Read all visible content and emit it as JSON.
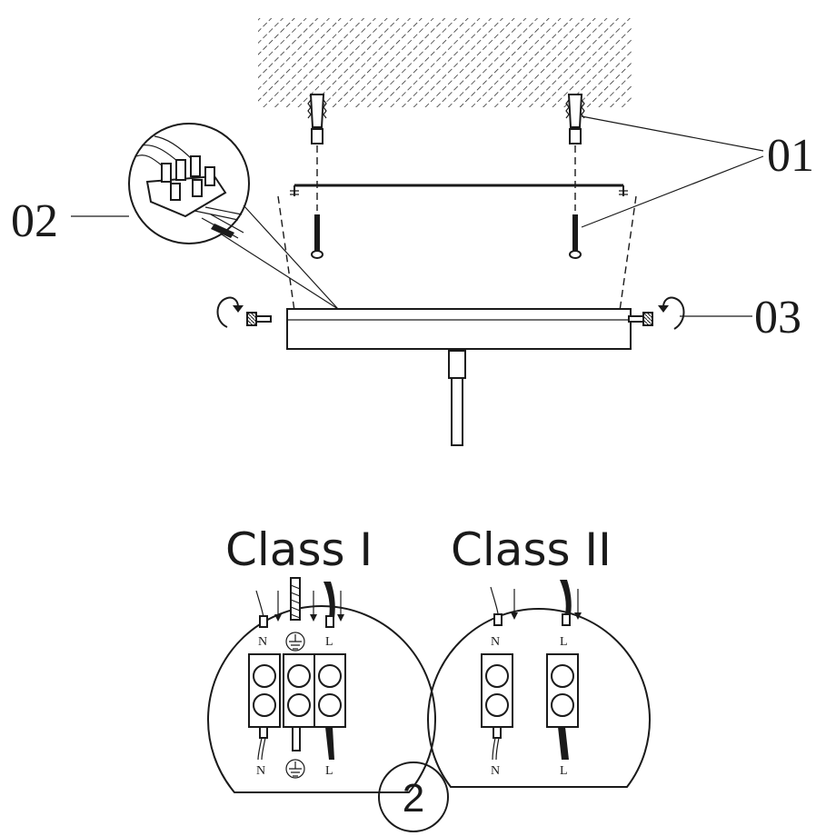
{
  "callouts": {
    "screws": "01",
    "terminal_block": "02",
    "knurled_nuts": "03"
  },
  "wiring": {
    "class1": {
      "title": "Class I",
      "top_labels": [
        "N",
        "L"
      ],
      "bottom_labels": [
        "N",
        "L"
      ]
    },
    "class2": {
      "title": "Class II",
      "top_labels": [
        "N",
        "L"
      ],
      "bottom_labels": [
        "N",
        "L"
      ]
    }
  },
  "step": "2",
  "icons": [
    "earth-ground-icon",
    "rotate-arrow-icon",
    "knurled-nut-icon",
    "wall-plug-icon",
    "screw-icon"
  ],
  "colors": {
    "line": "#1a1a1a",
    "background": "#ffffff"
  }
}
